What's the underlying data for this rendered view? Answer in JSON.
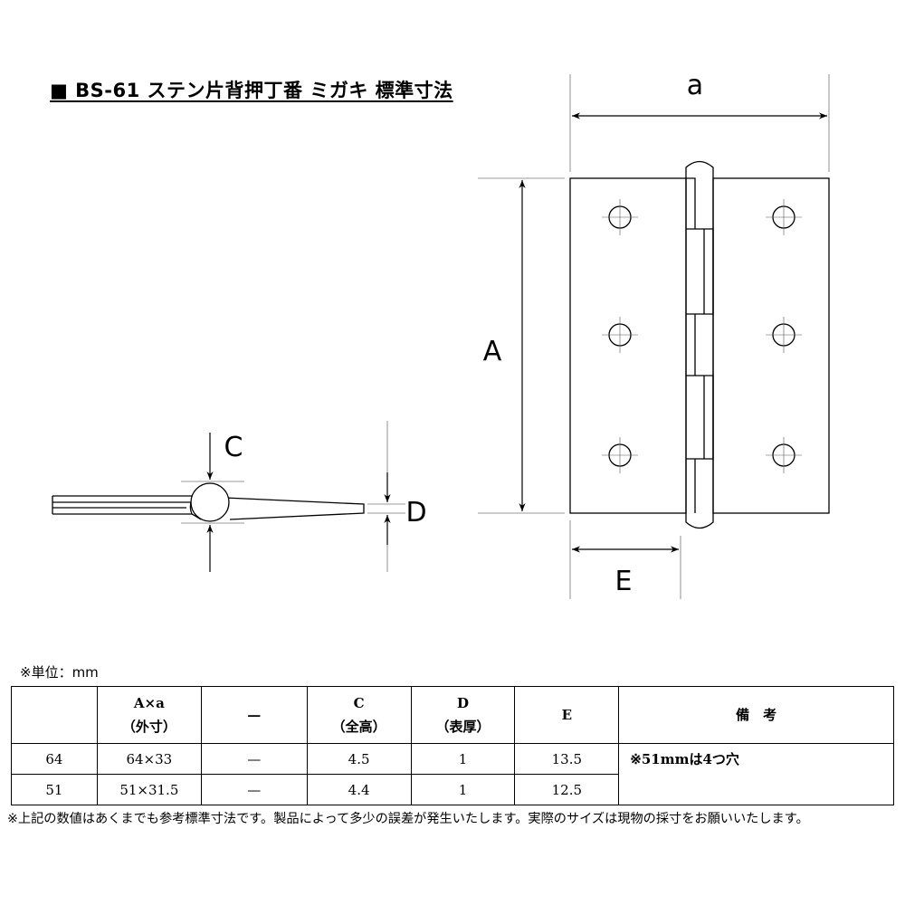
{
  "title": "■ BS-61 ステン片背押丁番 ミガキ 標準寸法",
  "labels": {
    "a": "a",
    "A": "A",
    "C": "C",
    "D": "D",
    "E": "E"
  },
  "unit_note": "※単位：mm",
  "table": {
    "headers": [
      {
        "line1": "",
        "line2": ""
      },
      {
        "line1": "A×a",
        "line2": "（外寸）"
      },
      {
        "line1": "—",
        "line2": ""
      },
      {
        "line1": "C",
        "line2": "（全高）"
      },
      {
        "line1": "D",
        "line2": "（表厚）"
      },
      {
        "line1": "E",
        "line2": ""
      },
      {
        "line1": "備　考",
        "line2": ""
      }
    ],
    "rows": [
      [
        "64",
        "64×33",
        "—",
        "4.5",
        "1",
        "13.5"
      ],
      [
        "51",
        "51×31.5",
        "—",
        "4.4",
        "1",
        "12.5"
      ]
    ],
    "remark": "※51mmは4つ穴"
  },
  "footnote": "※上記の数値はあくまでも参考標準寸法です。製品によって多少の誤差が発生いたします。実際のサイズは現物の採寸をお願いいたします。"
}
